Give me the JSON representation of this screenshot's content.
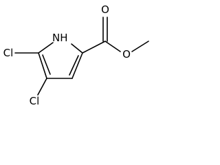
{
  "molecule": {
    "atoms": {
      "nh": "NH",
      "cl_top": "Cl",
      "cl_bottom": "Cl",
      "o_carbonyl": "O",
      "o_ester": "O"
    }
  }
}
